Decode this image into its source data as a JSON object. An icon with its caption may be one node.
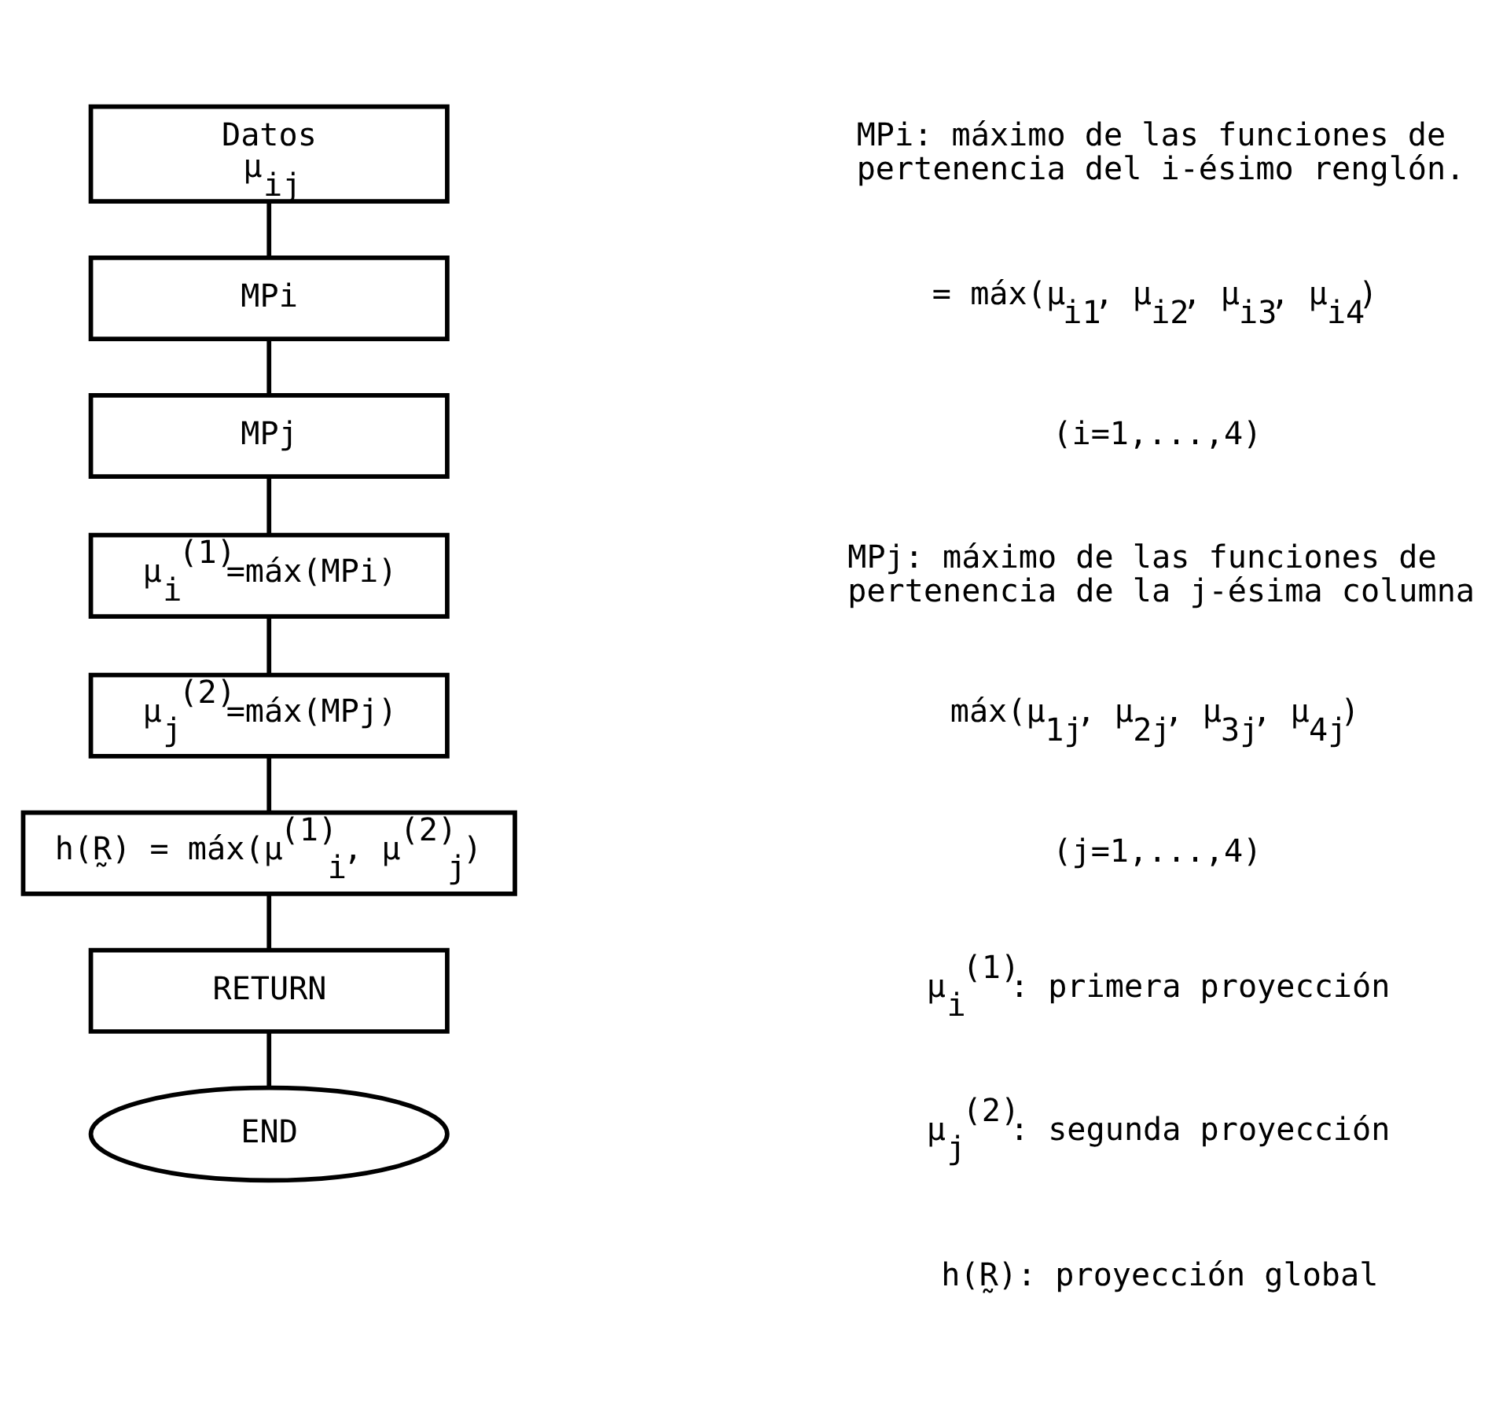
{
  "diagram": {
    "nodes": [
      {
        "text": [
          "Datos",
          "μ$_{ij}$"
        ]
      },
      {
        "text": [
          "MPi"
        ]
      },
      {
        "text": [
          "MPj"
        ]
      },
      {
        "text": [
          "μ$_{i}$$^{(1)}$=máx(MPi)"
        ]
      },
      {
        "text": [
          "μ$_{j}$$^{(2)}$=máx(MPj)"
        ]
      },
      {
        "text": [
          "h(R̰) = máx(μ$^{(1)}$$_{i}$, μ$^{(2)}$$_{j}$)"
        ]
      },
      {
        "text": [
          "RETURN"
        ]
      },
      {
        "text": [
          "END"
        ]
      }
    ],
    "edges": [
      {
        "from": 0,
        "to": 1,
        "arrow": "none"
      },
      {
        "from": 1,
        "to": 2,
        "arrow": "none"
      },
      {
        "from": 2,
        "to": 3,
        "arrow": "none"
      },
      {
        "from": 3,
        "to": 4,
        "arrow": "none"
      },
      {
        "from": 4,
        "to": 5,
        "arrow": "none"
      },
      {
        "from": 5,
        "to": 6,
        "arrow": "none"
      },
      {
        "from": 6,
        "to": 7,
        "arrow": "none"
      }
    ],
    "labels": [
      "MPi: máximo de las funciones de pertenencia del i-ésimo renglón.",
      "= máx(μ$_{i1}$, μ$_{i2}$, μ$_{i3}$, μ$_{i4}$)",
      "(i=1,...,4)",
      "MPj: máximo de las funciones de pertenencia de la j-ésima columna",
      "máx(μ$_{1j}$, μ$_{2j}$, μ$_{3j}$, μ$_{4j}$)",
      "(j=1,...,4)",
      "μ$_{i}$$^{(1)}$: primera proyección",
      "μ$_{j}$$^{(2)}$: segunda proyección",
      "h(R̰): proyección global"
    ]
  }
}
